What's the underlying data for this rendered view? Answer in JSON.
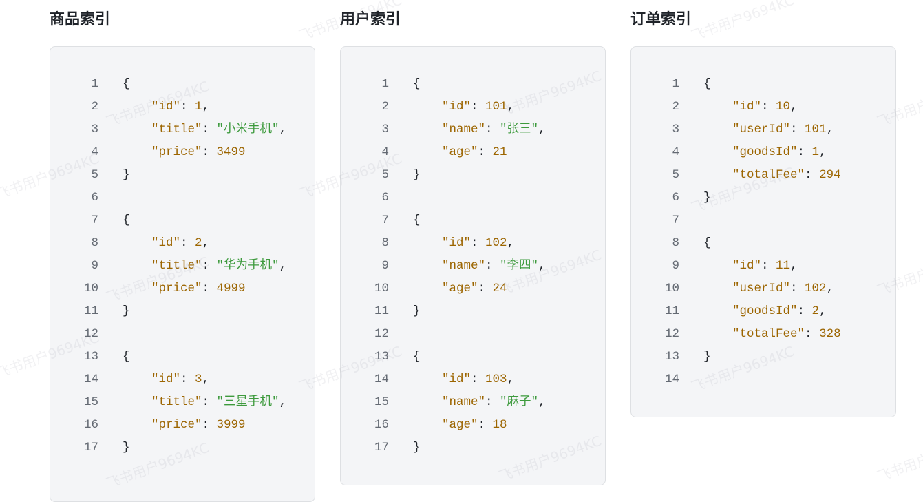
{
  "watermark": "飞书用户9694KC",
  "panels": [
    {
      "title": "商品索引",
      "lines": [
        [
          [
            "{",
            "p"
          ]
        ],
        [
          [
            "    ",
            "p"
          ],
          [
            "\"id\"",
            "k"
          ],
          [
            ": ",
            "p"
          ],
          [
            "1",
            "n"
          ],
          [
            ",",
            "p"
          ]
        ],
        [
          [
            "    ",
            "p"
          ],
          [
            "\"title\"",
            "k"
          ],
          [
            ": ",
            "p"
          ],
          [
            "\"小米手机\"",
            "s"
          ],
          [
            ",",
            "p"
          ]
        ],
        [
          [
            "    ",
            "p"
          ],
          [
            "\"price\"",
            "k"
          ],
          [
            ": ",
            "p"
          ],
          [
            "3499",
            "n"
          ]
        ],
        [
          [
            "}",
            "p"
          ]
        ],
        [],
        [
          [
            "{",
            "p"
          ]
        ],
        [
          [
            "    ",
            "p"
          ],
          [
            "\"id\"",
            "k"
          ],
          [
            ": ",
            "p"
          ],
          [
            "2",
            "n"
          ],
          [
            ",",
            "p"
          ]
        ],
        [
          [
            "    ",
            "p"
          ],
          [
            "\"title\"",
            "k"
          ],
          [
            ": ",
            "p"
          ],
          [
            "\"华为手机\"",
            "s"
          ],
          [
            ",",
            "p"
          ]
        ],
        [
          [
            "    ",
            "p"
          ],
          [
            "\"price\"",
            "k"
          ],
          [
            ": ",
            "p"
          ],
          [
            "4999",
            "n"
          ]
        ],
        [
          [
            "}",
            "p"
          ]
        ],
        [],
        [
          [
            "{",
            "p"
          ]
        ],
        [
          [
            "    ",
            "p"
          ],
          [
            "\"id\"",
            "k"
          ],
          [
            ": ",
            "p"
          ],
          [
            "3",
            "n"
          ],
          [
            ",",
            "p"
          ]
        ],
        [
          [
            "    ",
            "p"
          ],
          [
            "\"title\"",
            "k"
          ],
          [
            ": ",
            "p"
          ],
          [
            "\"三星手机\"",
            "s"
          ],
          [
            ",",
            "p"
          ]
        ],
        [
          [
            "    ",
            "p"
          ],
          [
            "\"price\"",
            "k"
          ],
          [
            ": ",
            "p"
          ],
          [
            "3999",
            "n"
          ]
        ],
        [
          [
            "}",
            "p"
          ]
        ]
      ]
    },
    {
      "title": "用户索引",
      "lines": [
        [
          [
            "{",
            "p"
          ]
        ],
        [
          [
            "    ",
            "p"
          ],
          [
            "\"id\"",
            "k"
          ],
          [
            ": ",
            "p"
          ],
          [
            "101",
            "n"
          ],
          [
            ",",
            "p"
          ]
        ],
        [
          [
            "    ",
            "p"
          ],
          [
            "\"name\"",
            "k"
          ],
          [
            ": ",
            "p"
          ],
          [
            "\"张三\"",
            "s"
          ],
          [
            ",",
            "p"
          ]
        ],
        [
          [
            "    ",
            "p"
          ],
          [
            "\"age\"",
            "k"
          ],
          [
            ": ",
            "p"
          ],
          [
            "21",
            "n"
          ]
        ],
        [
          [
            "}",
            "p"
          ]
        ],
        [],
        [
          [
            "{",
            "p"
          ]
        ],
        [
          [
            "    ",
            "p"
          ],
          [
            "\"id\"",
            "k"
          ],
          [
            ": ",
            "p"
          ],
          [
            "102",
            "n"
          ],
          [
            ",",
            "p"
          ]
        ],
        [
          [
            "    ",
            "p"
          ],
          [
            "\"name\"",
            "k"
          ],
          [
            ": ",
            "p"
          ],
          [
            "\"李四\"",
            "s"
          ],
          [
            ",",
            "p"
          ]
        ],
        [
          [
            "    ",
            "p"
          ],
          [
            "\"age\"",
            "k"
          ],
          [
            ": ",
            "p"
          ],
          [
            "24",
            "n"
          ]
        ],
        [
          [
            "}",
            "p"
          ]
        ],
        [],
        [
          [
            "{",
            "p"
          ]
        ],
        [
          [
            "    ",
            "p"
          ],
          [
            "\"id\"",
            "k"
          ],
          [
            ": ",
            "p"
          ],
          [
            "103",
            "n"
          ],
          [
            ",",
            "p"
          ]
        ],
        [
          [
            "    ",
            "p"
          ],
          [
            "\"name\"",
            "k"
          ],
          [
            ": ",
            "p"
          ],
          [
            "\"麻子\"",
            "s"
          ],
          [
            ",",
            "p"
          ]
        ],
        [
          [
            "    ",
            "p"
          ],
          [
            "\"age\"",
            "k"
          ],
          [
            ": ",
            "p"
          ],
          [
            "18",
            "n"
          ]
        ],
        [
          [
            "}",
            "p"
          ]
        ]
      ]
    },
    {
      "title": "订单索引",
      "lines": [
        [
          [
            "{",
            "p"
          ]
        ],
        [
          [
            "    ",
            "p"
          ],
          [
            "\"id\"",
            "k"
          ],
          [
            ": ",
            "p"
          ],
          [
            "10",
            "n"
          ],
          [
            ",",
            "p"
          ]
        ],
        [
          [
            "    ",
            "p"
          ],
          [
            "\"userId\"",
            "k"
          ],
          [
            ": ",
            "p"
          ],
          [
            "101",
            "n"
          ],
          [
            ",",
            "p"
          ]
        ],
        [
          [
            "    ",
            "p"
          ],
          [
            "\"goodsId\"",
            "k"
          ],
          [
            ": ",
            "p"
          ],
          [
            "1",
            "n"
          ],
          [
            ",",
            "p"
          ]
        ],
        [
          [
            "    ",
            "p"
          ],
          [
            "\"totalFee\"",
            "k"
          ],
          [
            ": ",
            "p"
          ],
          [
            "294",
            "n"
          ]
        ],
        [
          [
            "}",
            "p"
          ]
        ],
        [],
        [
          [
            "{",
            "p"
          ]
        ],
        [
          [
            "    ",
            "p"
          ],
          [
            "\"id\"",
            "k"
          ],
          [
            ": ",
            "p"
          ],
          [
            "11",
            "n"
          ],
          [
            ",",
            "p"
          ]
        ],
        [
          [
            "    ",
            "p"
          ],
          [
            "\"userId\"",
            "k"
          ],
          [
            ": ",
            "p"
          ],
          [
            "102",
            "n"
          ],
          [
            ",",
            "p"
          ]
        ],
        [
          [
            "    ",
            "p"
          ],
          [
            "\"goodsId\"",
            "k"
          ],
          [
            ": ",
            "p"
          ],
          [
            "2",
            "n"
          ],
          [
            ",",
            "p"
          ]
        ],
        [
          [
            "    ",
            "p"
          ],
          [
            "\"totalFee\"",
            "k"
          ],
          [
            ": ",
            "p"
          ],
          [
            "328",
            "n"
          ]
        ],
        [
          [
            "}",
            "p"
          ]
        ],
        []
      ]
    }
  ]
}
